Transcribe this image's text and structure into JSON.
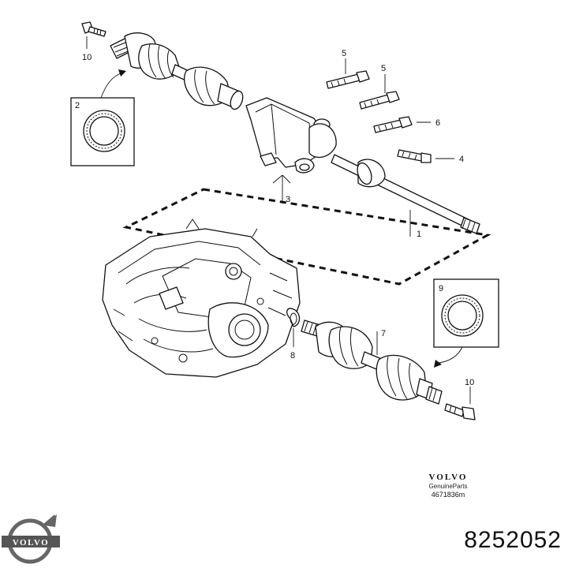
{
  "diagram": {
    "labels": {
      "l1": "1",
      "l2": "2",
      "l3": "3",
      "l4": "4",
      "l5a": "5",
      "l5b": "5",
      "l6": "6",
      "l7": "7",
      "l8": "8",
      "l9": "9",
      "l10a": "10",
      "l10b": "10"
    }
  },
  "branding": {
    "wordmark": "VOLVO",
    "genuine_parts": "GenuineParts",
    "catalog_code": "4671836m",
    "logo_text": "VOLVO",
    "part_number": "8252052"
  },
  "colors": {
    "line": "#111111",
    "background": "#ffffff"
  }
}
